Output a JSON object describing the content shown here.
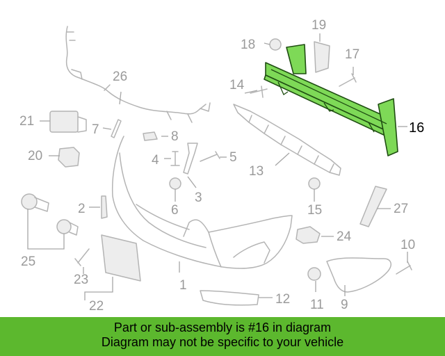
{
  "diagram": {
    "highlighted_part": "16",
    "highlight_color": "#7ed957",
    "callouts": {
      "c1": "1",
      "c2": "2",
      "c3": "3",
      "c4": "4",
      "c5": "5",
      "c6": "6",
      "c7": "7",
      "c8": "8",
      "c9": "9",
      "c10": "10",
      "c11": "11",
      "c12": "12",
      "c13": "13",
      "c14": "14",
      "c15": "15",
      "c16": "16",
      "c17": "17",
      "c18": "18",
      "c19": "19",
      "c20": "20",
      "c21": "21",
      "c22": "22",
      "c23": "23",
      "c24": "24",
      "c25": "25",
      "c26": "26",
      "c27": "27"
    }
  },
  "banner": {
    "line1": "Part or sub-assembly is #16 in diagram",
    "line2": "Diagram may not be specific to your vehicle",
    "color": "#5cb82e"
  }
}
